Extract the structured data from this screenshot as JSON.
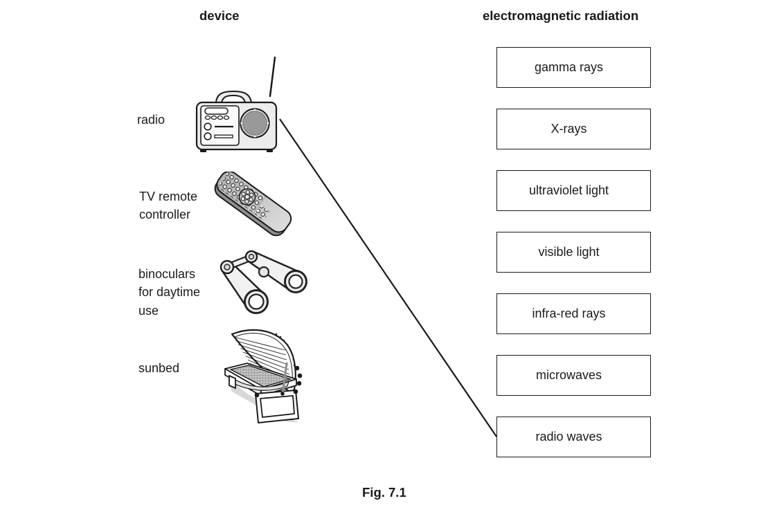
{
  "figure": {
    "left_column_header": "device",
    "right_column_header": "electromagnetic radiation",
    "caption": "Fig. 7.1"
  },
  "devices": [
    {
      "id": "radio",
      "label": "radio",
      "icon": "radio-illustration"
    },
    {
      "id": "tv-remote",
      "label": "TV remote\ncontroller",
      "icon": "tv-remote-illustration"
    },
    {
      "id": "binoculars",
      "label": "binoculars\nfor daytime\nuse",
      "icon": "binoculars-illustration"
    },
    {
      "id": "sunbed",
      "label": "sunbed",
      "icon": "sunbed-illustration"
    }
  ],
  "radiations": [
    {
      "label": "gamma rays"
    },
    {
      "label": "X-rays"
    },
    {
      "label": "ultraviolet light"
    },
    {
      "label": "visible light"
    },
    {
      "label": "infra-red rays"
    },
    {
      "label": "microwaves"
    },
    {
      "label": "radio waves"
    }
  ],
  "connections": [
    {
      "from_device": "radio",
      "to_radiation": "radio waves"
    }
  ],
  "colors": {
    "ink": "#1a1a1a",
    "fill_light": "#ececec",
    "fill_mid": "#c6c6c6",
    "fill_dark": "#999999",
    "background": "#ffffff"
  }
}
